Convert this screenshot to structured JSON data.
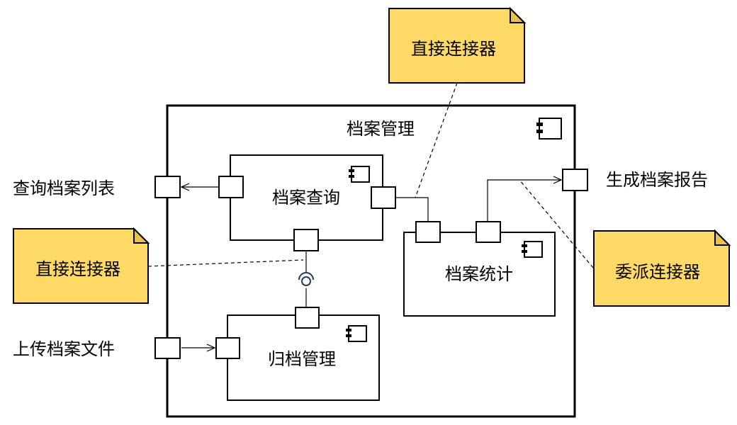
{
  "system": {
    "title": "档案管理"
  },
  "components": {
    "query": "档案查询",
    "archive": "归档管理",
    "stats": "档案统计"
  },
  "external_ports": {
    "query_list": "查询档案列表",
    "upload": "上传档案文件",
    "report": "生成档案报告"
  },
  "notes": {
    "top": "直接连接器",
    "left": "直接连接器",
    "right": "委派连接器"
  },
  "colors": {
    "note_fill": "#ffd966",
    "lollipop": "#1f3b66"
  },
  "icons": {
    "component": "component-icon"
  }
}
